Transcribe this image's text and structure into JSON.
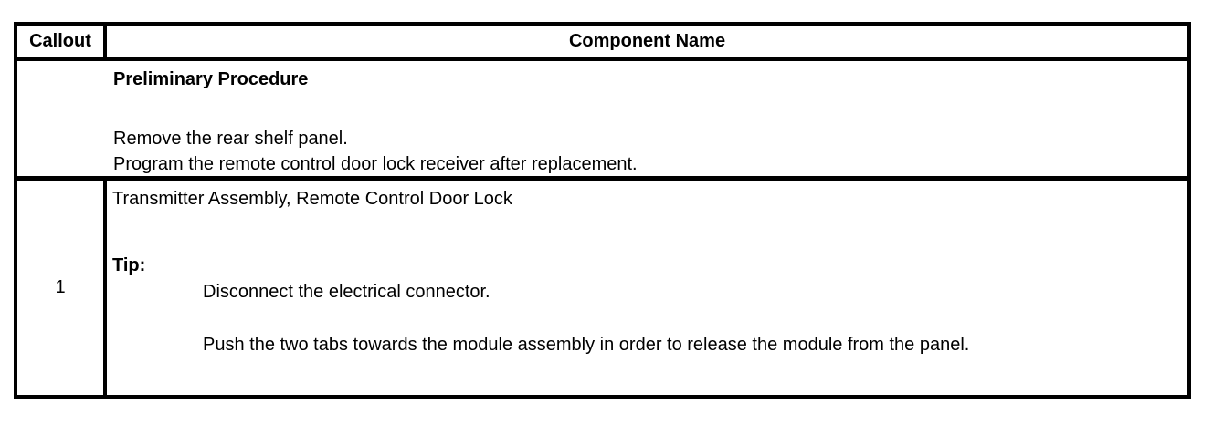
{
  "document": {
    "background_color": "#ffffff",
    "border_color": "#000000",
    "text_color": "#000000"
  },
  "table": {
    "header": {
      "callout_label": "Callout",
      "component_name_label": "Component Name"
    },
    "preliminary_row": {
      "heading": "Preliminary Procedure",
      "lines": [
        "Remove the rear shelf panel.",
        "Program the remote control door lock receiver after replacement."
      ]
    },
    "component_rows": [
      {
        "callout": "1",
        "name": "Transmitter Assembly, Remote Control Door Lock",
        "tip_label": "Tip:",
        "tip_steps": [
          "Disconnect the electrical connector.",
          "Push the two tabs towards the module assembly in order to release the module from the panel."
        ]
      }
    ]
  }
}
